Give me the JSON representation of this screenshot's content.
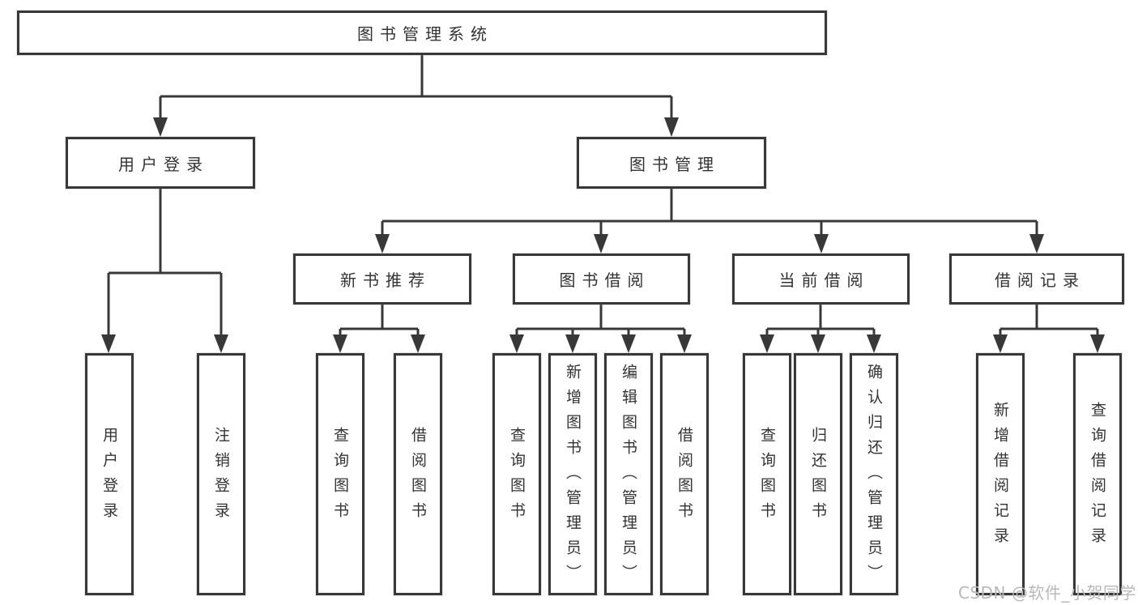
{
  "colors": {
    "line": "#383838",
    "text": "#333333",
    "watermark": "#b8b8b8",
    "background": "#ffffff"
  },
  "watermark": {
    "text": "CSDN @软件_小贺同学"
  },
  "tree": {
    "root": "图书管理系统",
    "branches": [
      {
        "label": "用户登录",
        "children": [
          {
            "label": "用户登录"
          },
          {
            "label": "注销登录"
          }
        ]
      },
      {
        "label": "图书管理",
        "children": [
          {
            "label": "新书推荐",
            "children": [
              {
                "label": "查询图书"
              },
              {
                "label": "借阅图书"
              }
            ]
          },
          {
            "label": "图书借阅",
            "children": [
              {
                "label": "查询图书"
              },
              {
                "label": "新增图书（管理员）"
              },
              {
                "label": "编辑图书（管理员）"
              },
              {
                "label": "借阅图书"
              }
            ]
          },
          {
            "label": "当前借阅",
            "children": [
              {
                "label": "查询图书"
              },
              {
                "label": "归还图书"
              },
              {
                "label": "确认归还（管理员）"
              }
            ]
          },
          {
            "label": "借阅记录",
            "children": [
              {
                "label": "新增借阅记录"
              },
              {
                "label": "查询借阅记录"
              }
            ]
          }
        ]
      }
    ]
  }
}
